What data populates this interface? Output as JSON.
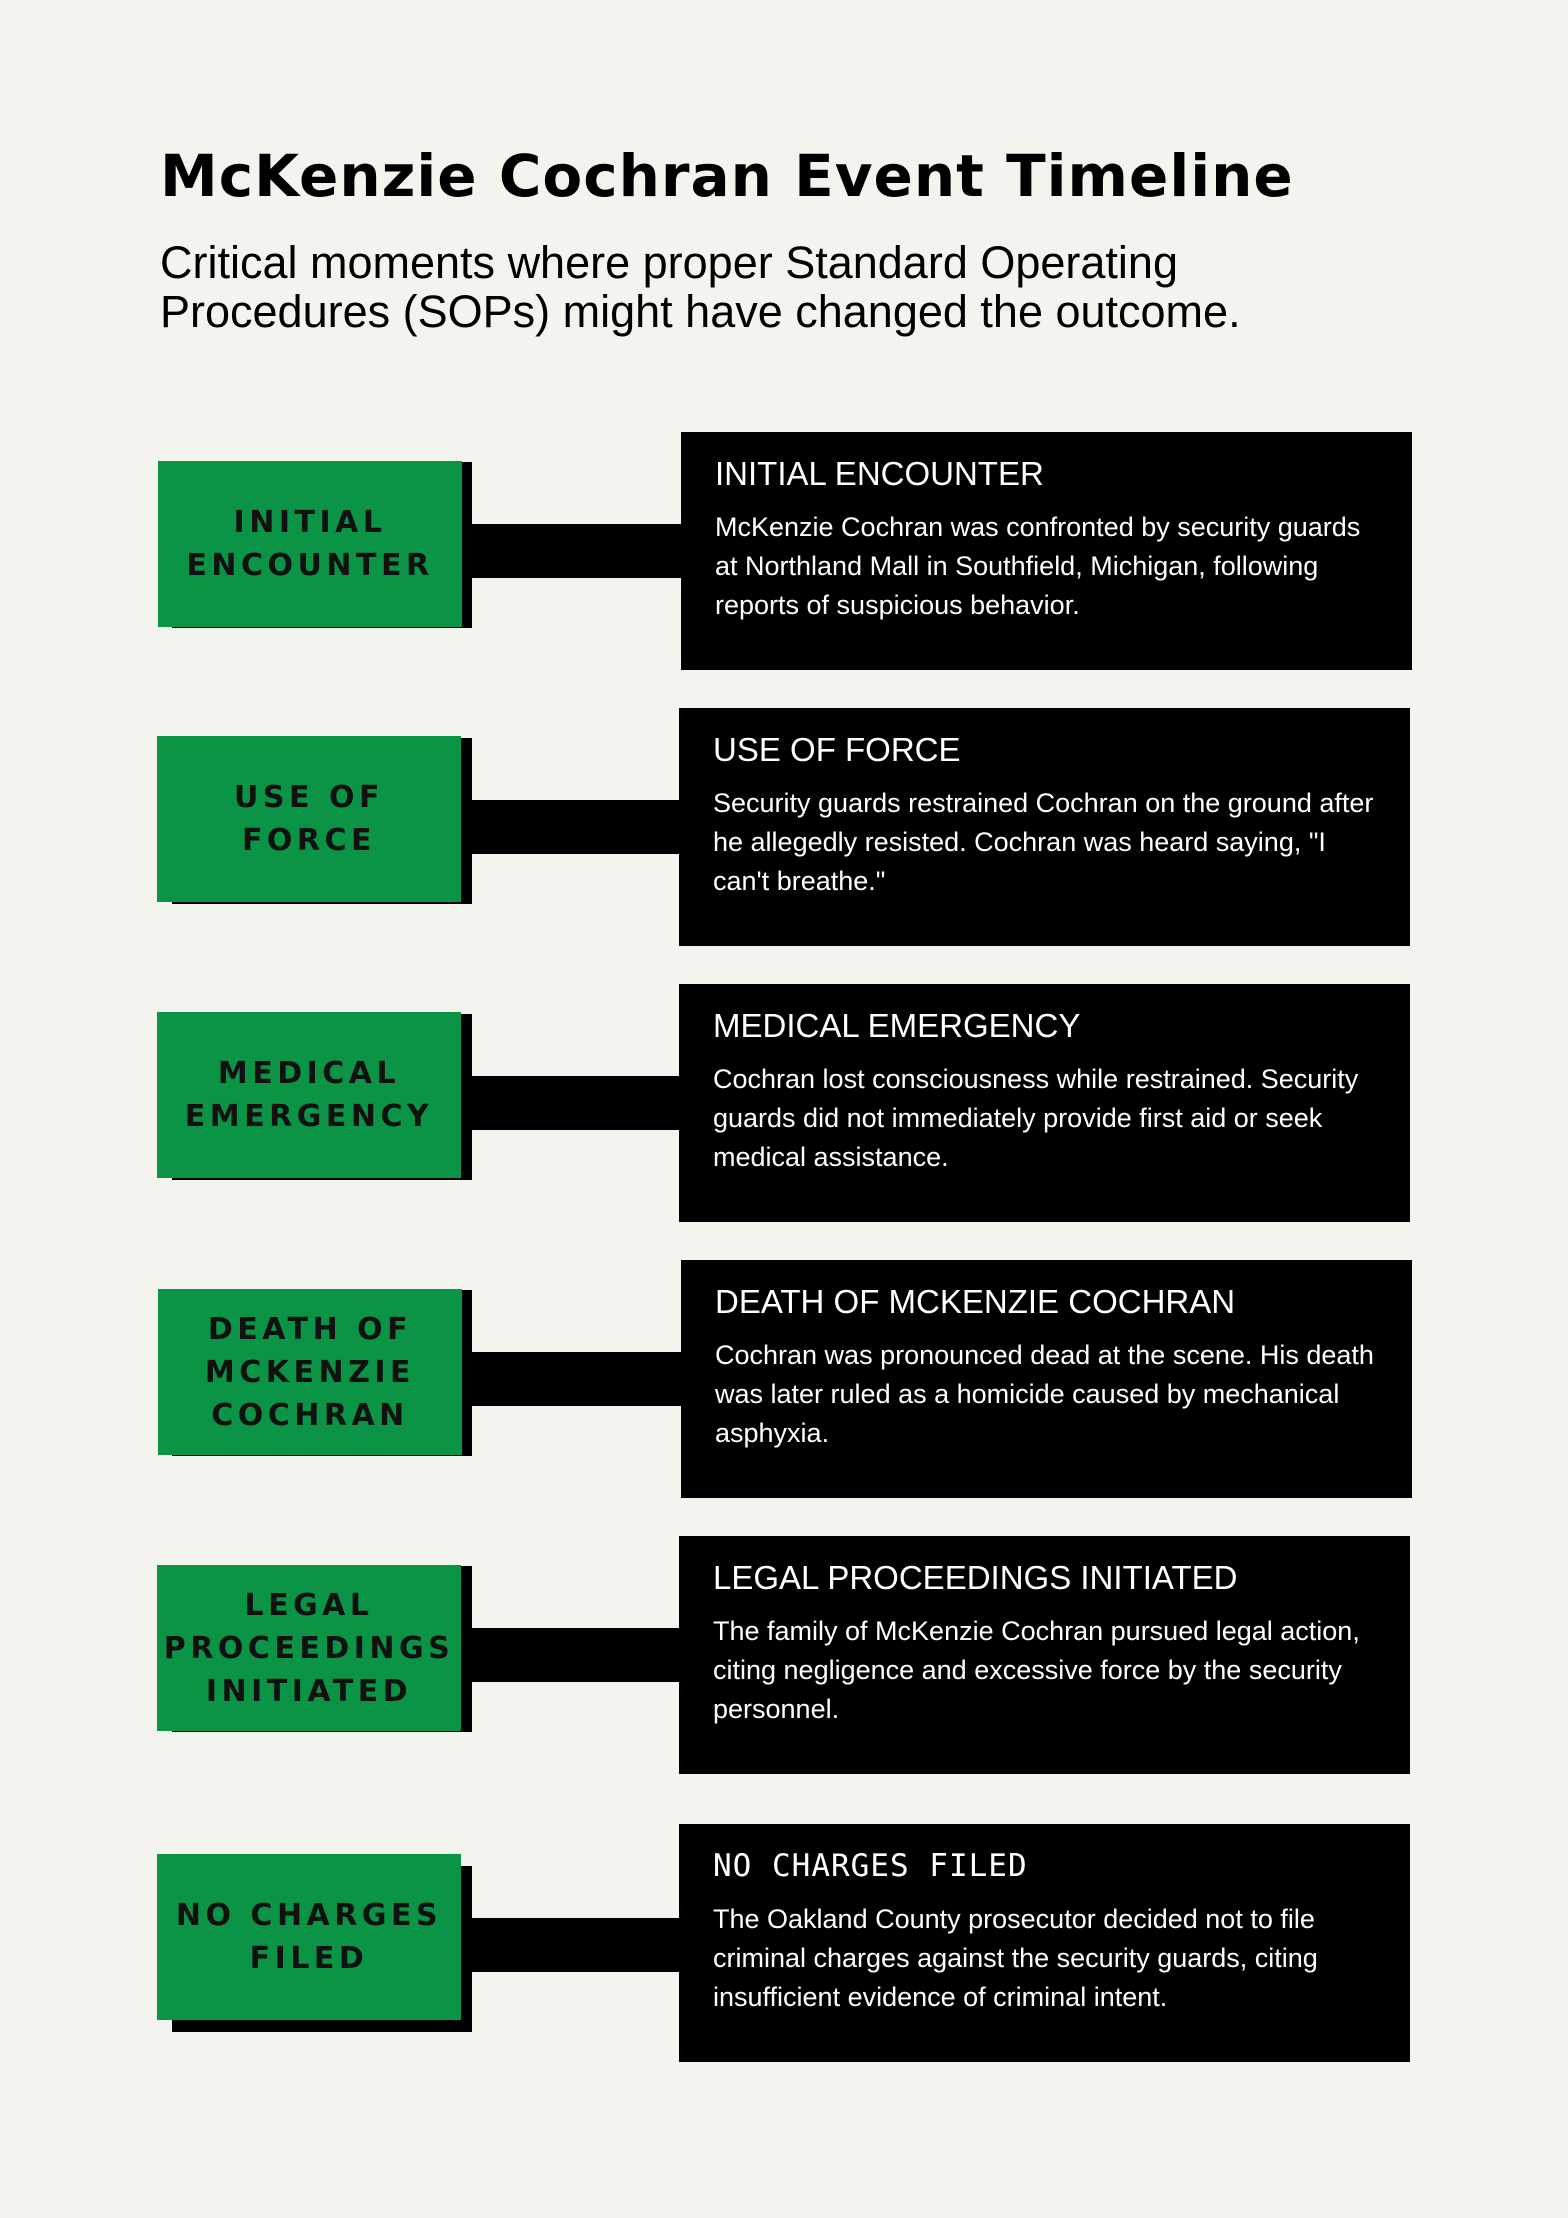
{
  "header": {
    "title": "McKenzie Cochran Event Timeline",
    "subtitle": "Critical moments where proper Standard Operating Procedures (SOPs) might have changed the outcome."
  },
  "colors": {
    "background": "#f4f4ef",
    "label_green": "#0c9446",
    "card_black": "#000000"
  },
  "events": [
    {
      "label": "INITIAL ENCOUNTER",
      "title": "INITIAL ENCOUNTER",
      "description": "McKenzie Cochran was confronted by security guards at Northland Mall in Southfield, Michigan, following reports of suspicious behavior."
    },
    {
      "label": "USE OF FORCE",
      "title": "USE OF FORCE",
      "description": "Security guards restrained Cochran on the ground after he allegedly resisted. Cochran was heard saying, \"I can't breathe.\""
    },
    {
      "label": "MEDICAL EMERGENCY",
      "title": "MEDICAL EMERGENCY",
      "description": "Cochran lost consciousness while restrained. Security guards did not immediately provide first aid or seek medical assistance."
    },
    {
      "label": "DEATH OF MCKENZIE COCHRAN",
      "title": "DEATH OF MCKENZIE COCHRAN",
      "description": "Cochran was pronounced dead at the scene. His death was later ruled as a homicide caused by mechanical asphyxia."
    },
    {
      "label": "LEGAL PROCEEDINGS INITIATED",
      "title": "LEGAL PROCEEDINGS INITIATED",
      "description": "The family of McKenzie Cochran pursued legal action, citing negligence and excessive force by the security personnel."
    },
    {
      "label": "NO CHARGES FILED",
      "title": "NO CHARGES FILED",
      "description": "The Oakland County prosecutor decided not to file criminal charges against the security guards, citing insufficient evidence of criminal intent."
    }
  ]
}
